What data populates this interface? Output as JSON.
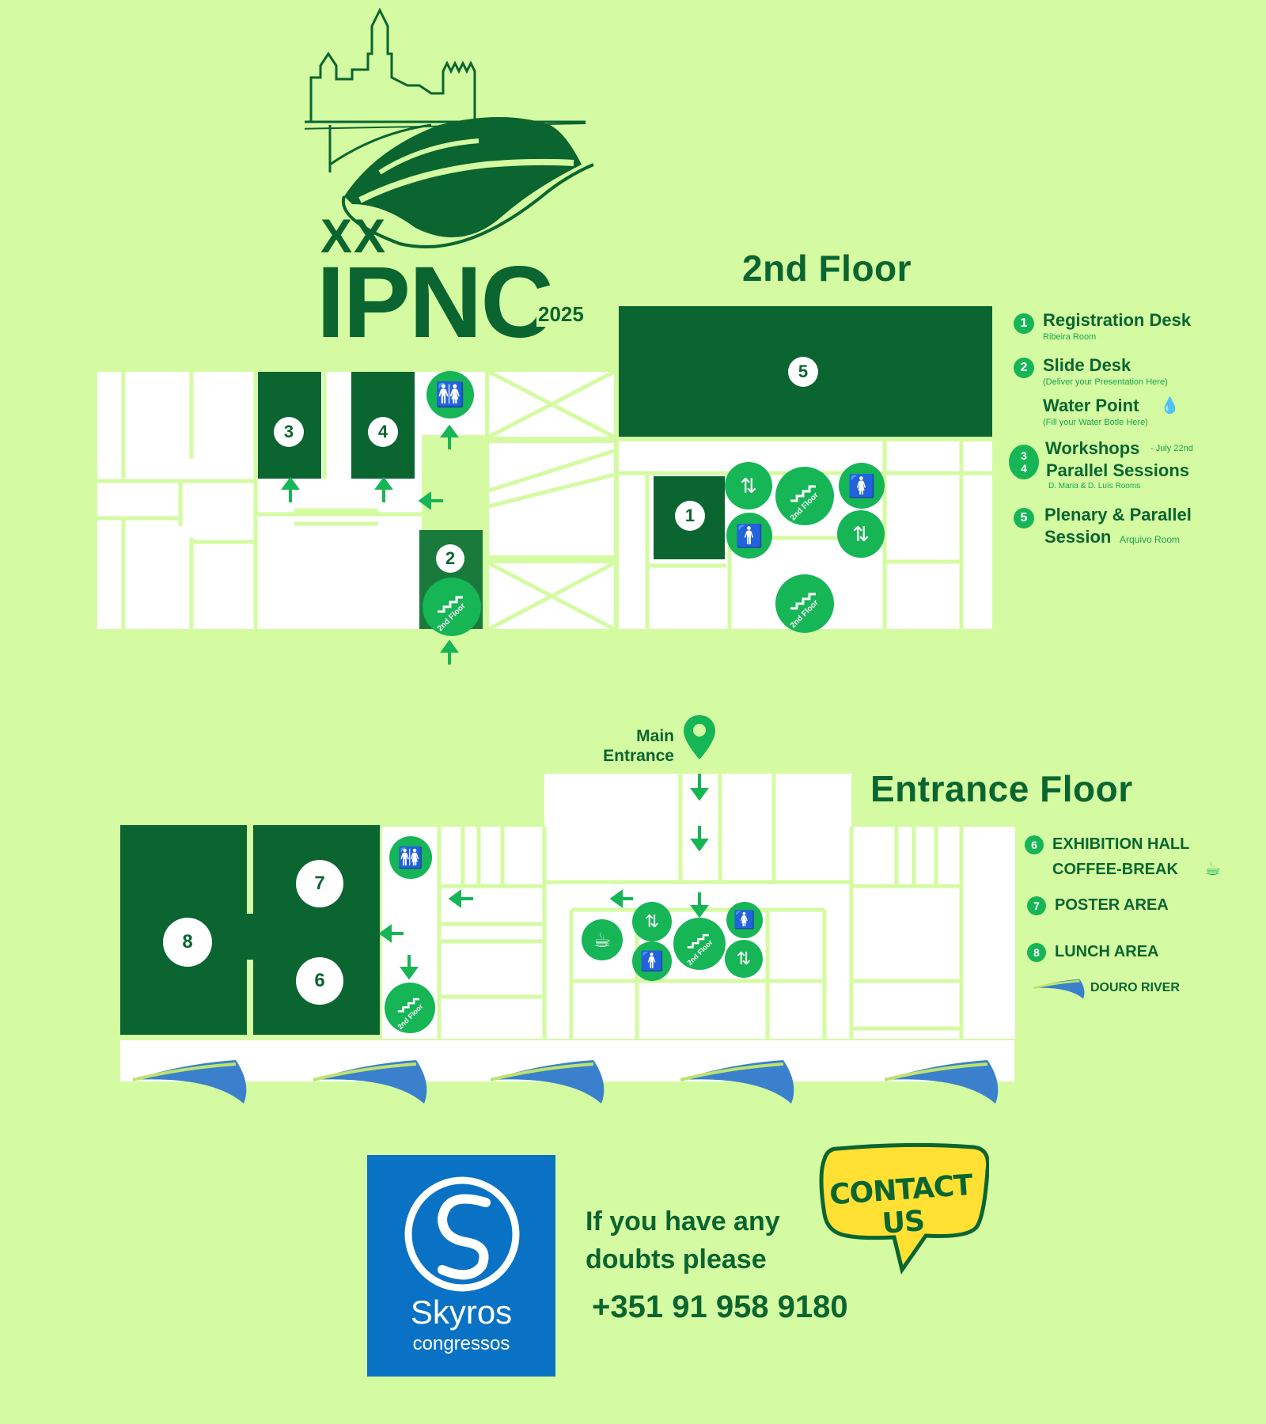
{
  "logo": {
    "line1": "XX",
    "line2": "IPNC",
    "year": "2025"
  },
  "floor2": {
    "title": "2nd Floor",
    "legend": [
      {
        "num": "1",
        "title": "Registration Desk",
        "sub": "Ribeira Room"
      },
      {
        "num": "2",
        "title": "Slide Desk",
        "sub": "(Deliver your Presentation Here)"
      },
      {
        "num": "",
        "title": "Water Point",
        "sub": "(Fill your Water Botle Here)"
      },
      {
        "num_a": "3",
        "num_b": "4",
        "title_a": "Workshops",
        "note_a": "- July 22nd",
        "title_b": "Parallel Sessions",
        "sub": "D. Maria & D. Luís Rooms"
      },
      {
        "num": "5",
        "title_a": "Plenary & Parallel",
        "title_b": "Session",
        "sub": "Arquivo Room"
      }
    ],
    "rooms": {
      "r1": "1",
      "r2": "2",
      "r3": "3",
      "r4": "4",
      "r5": "5"
    },
    "stairs_label": "2nd Floor"
  },
  "floor0": {
    "title": "Entrance Floor",
    "entrance_a": "Main",
    "entrance_b": "Entrance",
    "legend": [
      {
        "num": "6",
        "title_a": "EXHIBITION HALL",
        "title_b": "COFFEE-BREAK"
      },
      {
        "num": "7",
        "title": "POSTER AREA"
      },
      {
        "num": "8",
        "title": "LUNCH AREA"
      },
      {
        "num": "",
        "title": "DOURO RIVER"
      }
    ],
    "rooms": {
      "r6": "6",
      "r7": "7",
      "r8": "8"
    },
    "stairs_label": "2nd Floor"
  },
  "footer": {
    "company_a": "Skyros",
    "company_b": "congressos",
    "doubts_a": "If you have any",
    "doubts_b": "doubts please",
    "phone": "+351 91 958 9180",
    "contact": "CONTACT US"
  },
  "colors": {
    "background": "#d4fba2",
    "dark_green": "#0a6530",
    "accent_green": "#16b556",
    "white": "#ffffff",
    "blue": "#0a72c4",
    "yellow": "#ffe033"
  }
}
